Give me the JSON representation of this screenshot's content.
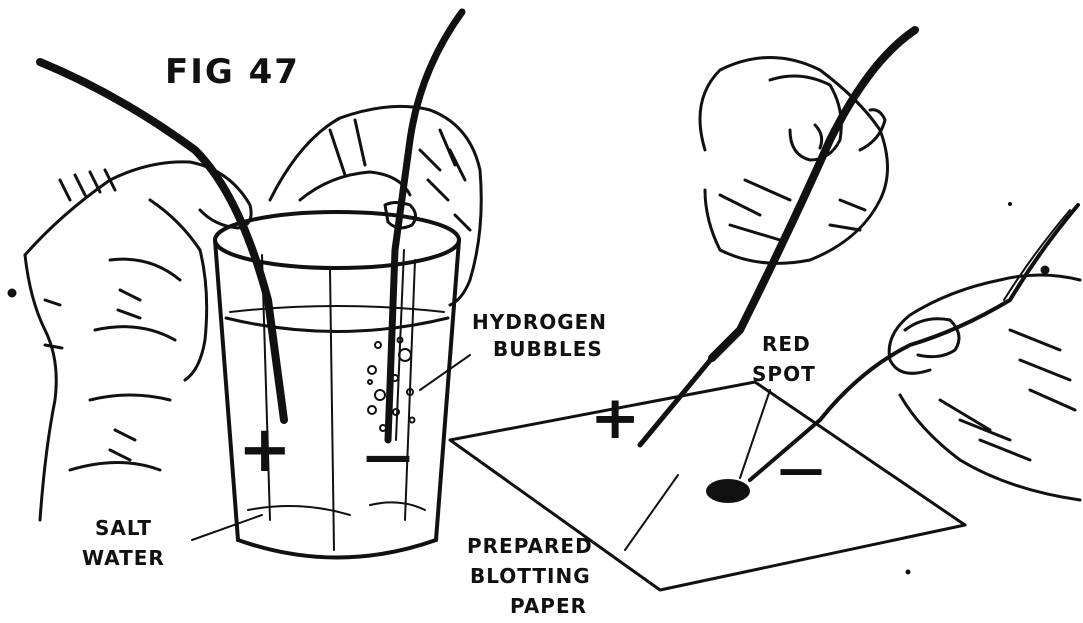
{
  "figure": {
    "title": "FIG 47",
    "labels": {
      "hydrogen_line1": "HYDROGEN",
      "hydrogen_line2": "BUBBLES",
      "red_line1": "RED",
      "red_line2": "SPOT",
      "salt_line1": "SALT",
      "salt_line2": "WATER",
      "paper_line1": "PREPARED",
      "paper_line2": "BLOTTING",
      "paper_line3": "PAPER"
    },
    "signs": {
      "glass_positive": "+",
      "glass_negative": "—",
      "paper_positive": "+",
      "paper_negative": "—"
    },
    "colors": {
      "ink": "#111111",
      "paper": "#ffffff"
    }
  }
}
